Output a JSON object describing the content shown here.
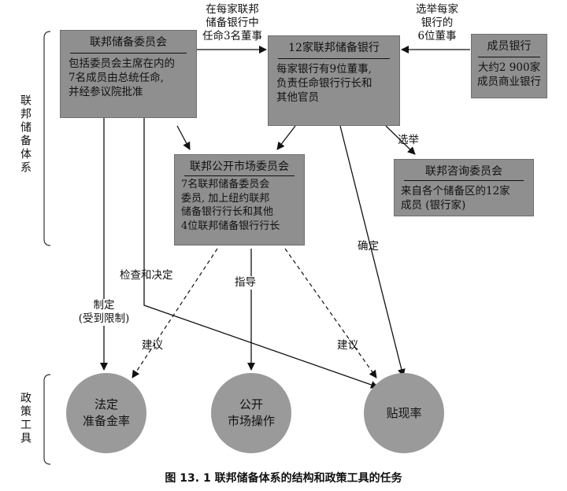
{
  "side_labels": {
    "system": "联邦储备体系",
    "tools": "政策工具"
  },
  "boxes": {
    "board": {
      "title": "联邦储备委员会",
      "body": [
        "包括委员会主席在内的",
        "7名成员由总统任命,",
        "并经参议院批准"
      ]
    },
    "banks": {
      "title": "12家联邦储备银行",
      "body": [
        "每家银行有9位董事,",
        "负责任命银行行长和",
        "其他官员"
      ]
    },
    "members": {
      "title": "成员银行",
      "body": [
        "大约2 900家",
        "成员商业银行"
      ]
    },
    "fomc": {
      "title": "联邦公开市场委员会",
      "body": [
        "7名联邦储备委员会",
        "委员, 加上纽约联邦",
        "储备银行行长和其他",
        "4位联邦储备银行行长"
      ]
    },
    "advisory": {
      "title": "联邦咨询委员会",
      "body": [
        "来自各个储备区的12家",
        "成员 (银行家)"
      ]
    }
  },
  "tools": {
    "reserve": [
      "法定",
      "准备金率"
    ],
    "open_market": [
      "公开",
      "市场操作"
    ],
    "discount": [
      "贴现率"
    ]
  },
  "arrow_labels": {
    "board_to_banks": [
      "在每家联邦",
      "储备银行中",
      "任命3名董事"
    ],
    "members_to_banks": [
      "选举每家",
      "银行的",
      "6位董事"
    ],
    "elect": "选举",
    "confirm": "确定",
    "review": "检查和决定",
    "set": [
      "制定",
      "(受到限制)"
    ],
    "advise_left": "建议",
    "direct": "指导",
    "advise_right": "建议"
  },
  "caption": "图 13. 1    联邦储备体系的结构和政策工具的任务"
}
